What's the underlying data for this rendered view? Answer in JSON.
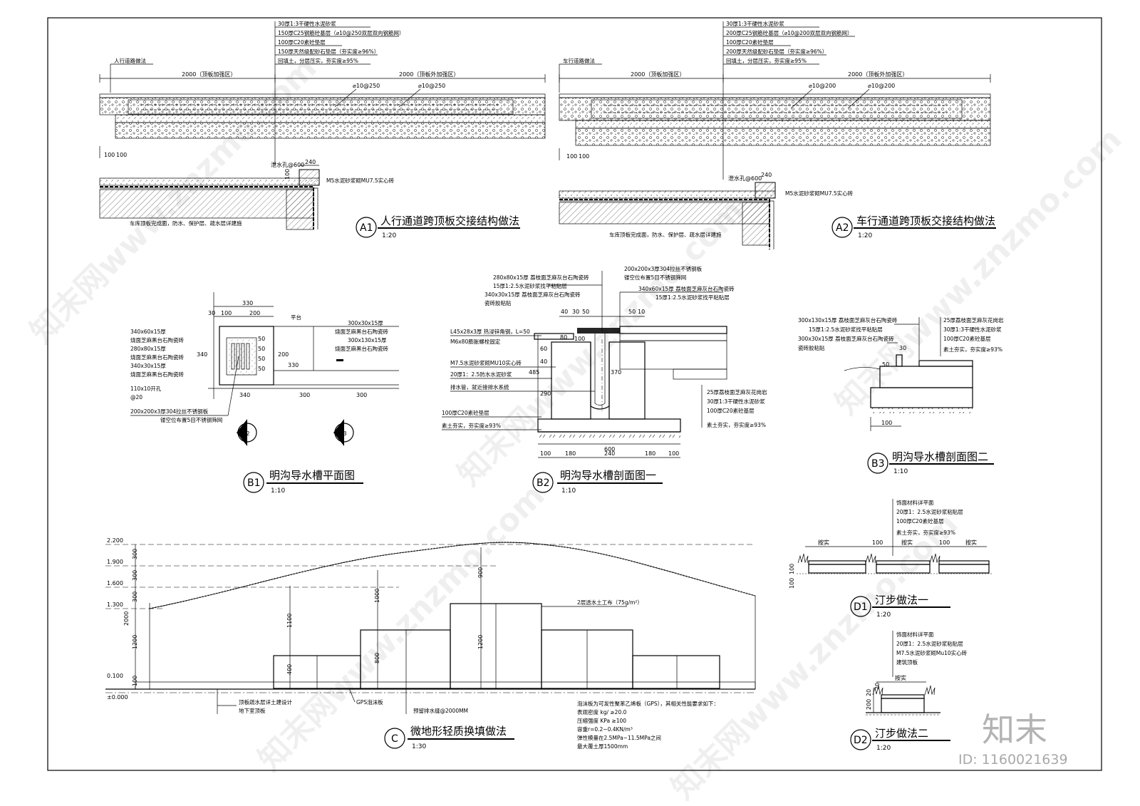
{
  "watermark": {
    "text": "知末网www.znzmo.com",
    "brand": "知末",
    "id_text": "ID: 1160021639"
  },
  "a1": {
    "tag": "A1",
    "title": "人行通道跨顶板交接结构做法",
    "scale": "1:20",
    "side_label": "人行道路做法",
    "layers": [
      "30厚1:3干硬性水泥砂浆",
      "150厚C25钢筋砼基层（⌀10@250双层双向钢筋网）",
      "100厚C20素砼垫层",
      "150厚天然级配砂石垫层（夯实度≥96%）",
      "回填土，分层压实，夯实度≥95%"
    ],
    "dims": [
      "2000（顶板加强区）",
      "2000（顶板外加强区）",
      "⌀10@250",
      "⌀10@250",
      "100",
      "100",
      "240",
      "100",
      "100"
    ],
    "notes": [
      "泄水孔@600",
      "M5水泥砂浆砌MU7.5实心砖",
      "车库顶板完成面，防水、保护层、疏水层详建施"
    ]
  },
  "a2": {
    "tag": "A2",
    "title": "车行通道跨顶板交接结构做法",
    "scale": "1:20",
    "side_label": "车行道路做法",
    "layers": [
      "30厚1:3干硬性水泥砂浆",
      "200厚C25钢筋砼基层（⌀10@200双层双向钢筋网）",
      "100厚C20素砼垫层",
      "200厚天然级配砂石垫层（夯实度≥96%）",
      "回填土，分层压实，夯实度≥95%"
    ],
    "dims": [
      "2000（顶板加强区）",
      "2000（顶板外加强区）",
      "⌀10@200",
      "⌀10@200",
      "100",
      "100",
      "240",
      "100"
    ],
    "notes": [
      "泄水孔@600",
      "M5水泥砂浆砌MU7.5实心砖",
      "车库顶板完成面，防水、保护层、疏水层详建施"
    ]
  },
  "b1": {
    "tag": "B1",
    "title": "明沟导水槽平面图",
    "scale": "1:10",
    "left_notes": [
      "340x60x15厚",
      "烧面芝麻黑台石陶瓷砖",
      "280x80x15厚",
      "烧面芝麻黑台石陶瓷砖",
      "340x30x15厚",
      "烧面芝麻黑台石陶瓷砖",
      "110x10开孔",
      "@20",
      "200x200x3厚304拉丝不锈钢板",
      "镂空位布置5目不锈钢筛网"
    ],
    "right_notes": [
      "平台",
      "300x30x15厚",
      "烧面芝麻黑台石陶瓷砖",
      "300x130x15厚",
      "烧面芝麻黑台石陶瓷砖"
    ],
    "dims": [
      "330",
      "30",
      "100",
      "200",
      "50",
      "50",
      "50",
      "50",
      "200",
      "340",
      "330",
      "340",
      "300",
      "300"
    ],
    "cut_tags": [
      "B2",
      "B3"
    ]
  },
  "b2": {
    "tag": "B2",
    "title": "明沟导水槽剖面图一",
    "scale": "1:10",
    "top_notes": [
      "280x80x15厚 荔枝面芝麻灰台石陶瓷砖",
      "15厚1:2.5水泥砂浆找平粘贴层",
      "340x30x15厚 荔枝面芝麻灰台石陶瓷砖",
      "瓷砖胶粘贴",
      "200x200x3厚304拉丝不锈钢板",
      "镂空位布置5目不锈钢筛网",
      "340x60x15厚 荔枝面芝麻灰台石陶瓷砖",
      "15厚1:2.5水泥砂浆找平粘贴层"
    ],
    "left_notes": [
      "L45x28x3厚 热浸锌角钢，L=50",
      "M6x80膨胀螺栓固定",
      "M7.5水泥砂浆砌MU10实心砖",
      "20厚1：2.5防水水泥砂浆",
      "排水管，就近接排水系统",
      "100厚C20素砼垫层",
      "素土夯实，夯实度≥93%"
    ],
    "right_notes": [
      "25厚荔枝面芝麻灰花岗岩",
      "30厚1:3干硬性水泥砂浆",
      "100厚C20素砼基层",
      "素土夯实，夯实度≥93%"
    ],
    "dims": [
      "40",
      "30",
      "50",
      "50",
      "10",
      "80",
      "100",
      "60",
      "40",
      "290",
      "485",
      "370",
      "600",
      "100",
      "180",
      "240",
      "180",
      "100"
    ]
  },
  "b3": {
    "tag": "B3",
    "title": "明沟导水槽剖面图二",
    "scale": "1:10",
    "left_notes": [
      "300x130x15厚 荔枝面芝麻灰台石陶瓷砖",
      "15厚1:2.5水泥砂浆找平粘贴层",
      "300x30x15厚 荔枝面芝麻灰台石陶瓷砖",
      "瓷砖胶粘贴"
    ],
    "right_notes": [
      "25厚荔枝面芝麻灰花岗岩",
      "30厚1:3干硬性水泥砂浆",
      "100厚C20素砼基层",
      "素土夯实，夯实度≥93%"
    ],
    "dims": [
      "30",
      "50",
      "100"
    ]
  },
  "c": {
    "tag": "C",
    "title": "微地形轻质换填做法",
    "scale": "1:30",
    "levels": [
      "2.200",
      "1.900",
      "1.600",
      "1.300",
      "0.100",
      "±0.000"
    ],
    "left_dims": [
      "300",
      "300",
      "300",
      "2000",
      "1200",
      "100"
    ],
    "inner_dims": [
      "1100",
      "1000",
      "900",
      "1200",
      "800",
      "400"
    ],
    "labels": [
      "2层透水土工布（75g/m²）",
      "顶板疏水层详土建设计",
      "地下室顶板",
      "GPS泡沫板",
      "预留排水缝@2000MM"
    ],
    "spec": [
      "泡沫板为可发性聚苯乙烯板（GPS），其相关性能要求如下：",
      "表观密度 kg/ ≥20.0",
      "压缩强度 KPa ≥100",
      "容重r=0.2~0.4KN/m³",
      "弹性模量在2.5MPa~11.5MPa之间",
      "最大覆土厚1500mm"
    ]
  },
  "d1": {
    "tag": "D1",
    "title": "汀步做法一",
    "scale": "1:20",
    "notes": [
      "饰面材料详平面",
      "20厚1：2.5水泥砂浆粘贴层",
      "100厚C20素砼基层",
      "素土夯实，夯实度≥93%"
    ],
    "dims": [
      "按实",
      "100",
      "按实",
      "100",
      "按实",
      "100",
      "100"
    ]
  },
  "d2": {
    "tag": "D2",
    "title": "汀步做法二",
    "scale": "1:20",
    "notes": [
      "饰面材料详平面",
      "20厚1：2.5水泥砂浆粘贴层",
      "M7.5水泥砂浆砌Mu10实心砖",
      "建筑顶板"
    ],
    "dims": [
      "按实",
      "20",
      "200",
      "20"
    ]
  }
}
